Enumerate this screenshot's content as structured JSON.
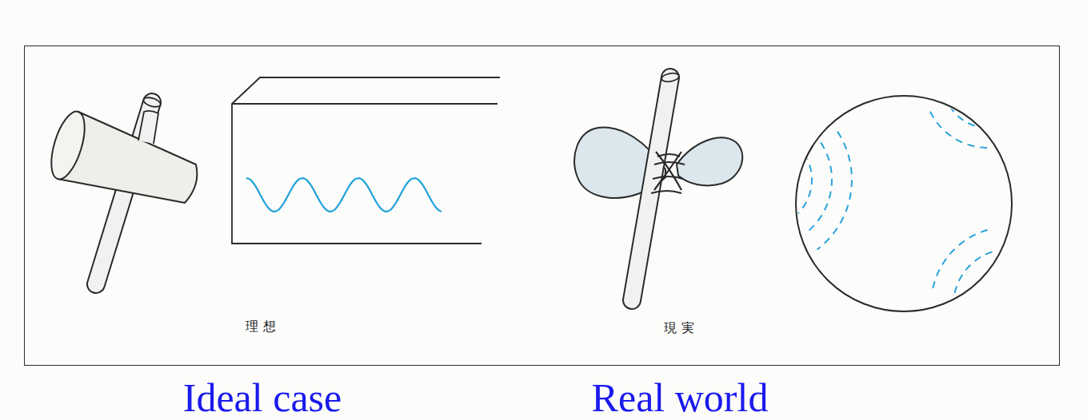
{
  "diagram": {
    "nodes": [
      {
        "text": [
          "理 想",
          "現 実"
        ]
      }
    ],
    "labels": [
      "Ideal case",
      "Real world"
    ]
  }
}
